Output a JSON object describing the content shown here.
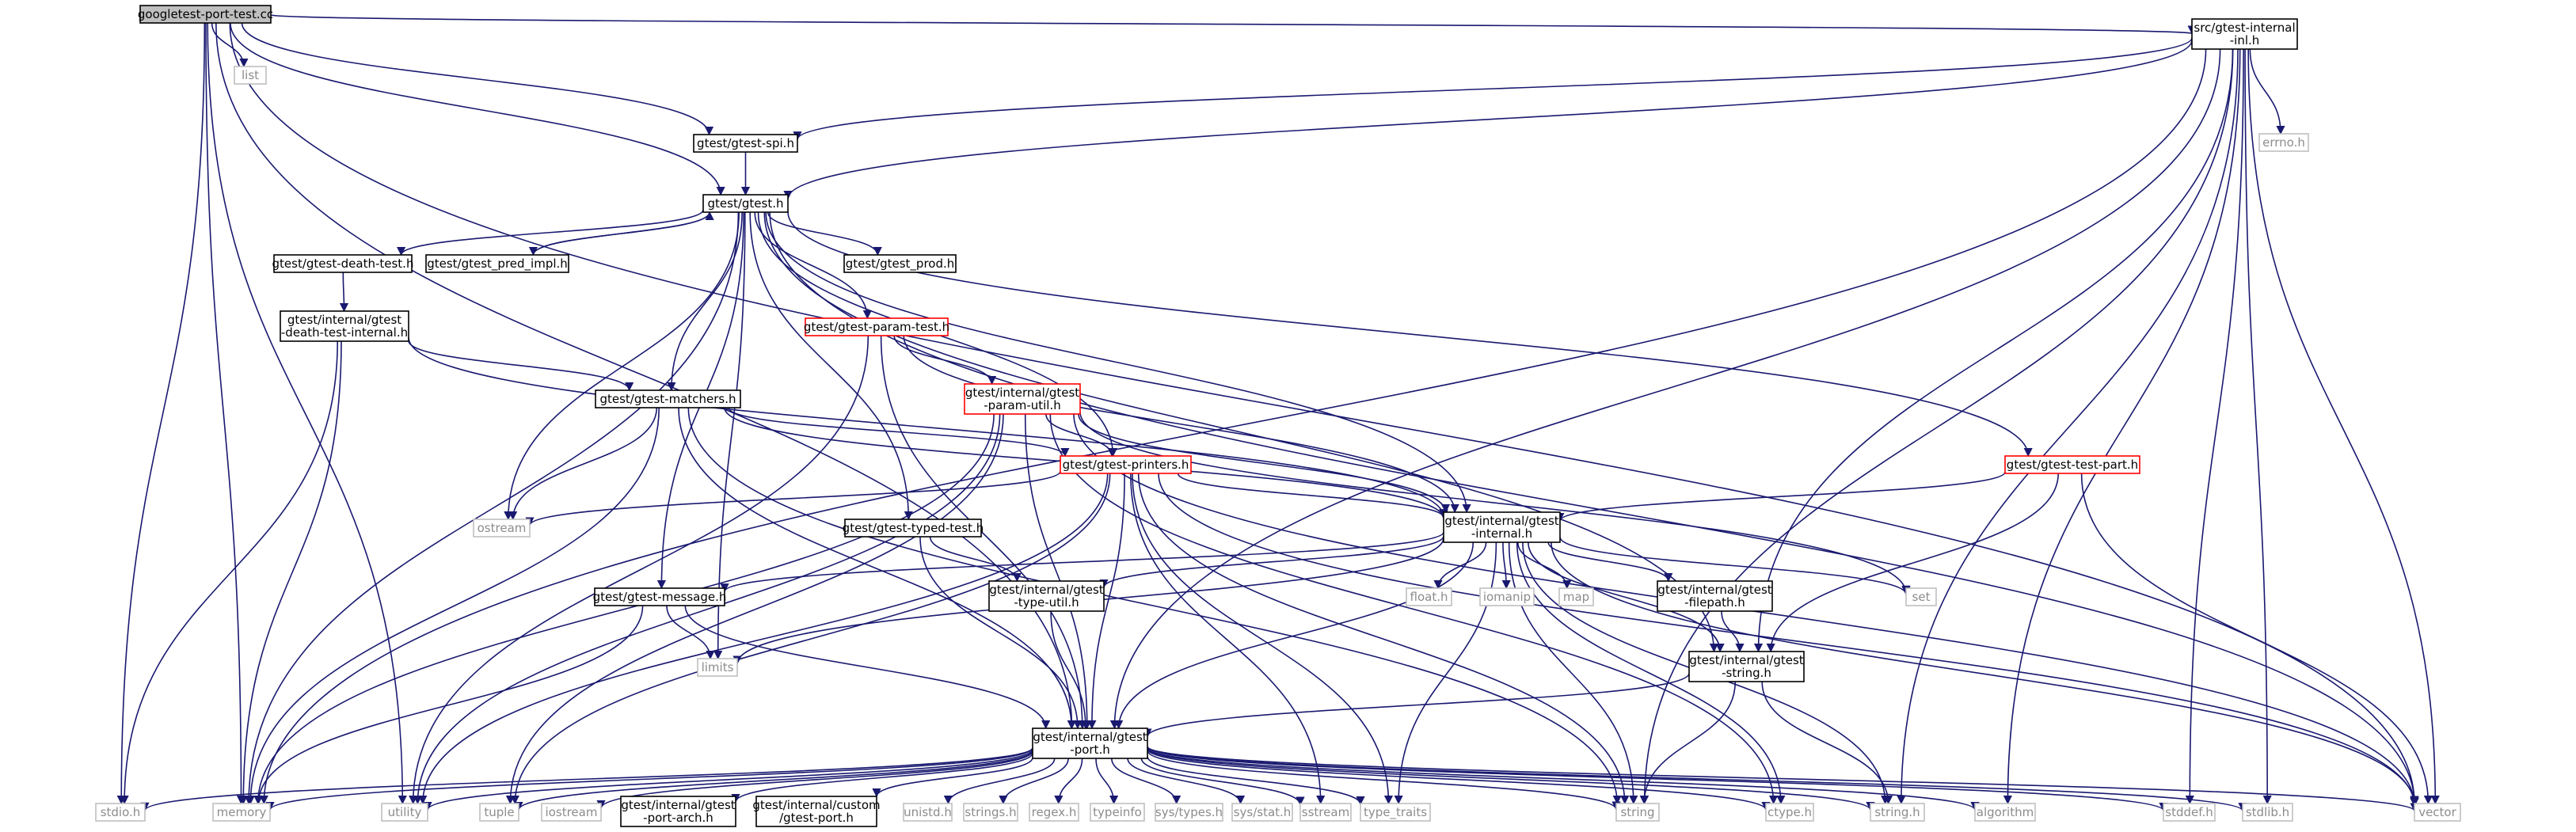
{
  "graph": {
    "nodes": [
      {
        "id": "root",
        "lines": [
          "googletest-port-test.cc"
        ],
        "style": "root"
      },
      {
        "id": "list",
        "lines": [
          "list"
        ],
        "style": "external"
      },
      {
        "id": "inl",
        "lines": [
          "src/gtest-internal",
          "-inl.h"
        ],
        "style": "normal"
      },
      {
        "id": "errno",
        "lines": [
          "errno.h"
        ],
        "style": "external"
      },
      {
        "id": "spi",
        "lines": [
          "gtest/gtest-spi.h"
        ],
        "style": "normal"
      },
      {
        "id": "gtest",
        "lines": [
          "gtest/gtest.h"
        ],
        "style": "normal"
      },
      {
        "id": "death",
        "lines": [
          "gtest/gtest-death-test.h"
        ],
        "style": "normal"
      },
      {
        "id": "pred",
        "lines": [
          "gtest/gtest_pred_impl.h"
        ],
        "style": "normal"
      },
      {
        "id": "prod",
        "lines": [
          "gtest/gtest_prod.h"
        ],
        "style": "normal"
      },
      {
        "id": "dti",
        "lines": [
          "gtest/internal/gtest",
          "-death-test-internal.h"
        ],
        "style": "normal"
      },
      {
        "id": "param",
        "lines": [
          "gtest/gtest-param-test.h"
        ],
        "style": "red"
      },
      {
        "id": "matchers",
        "lines": [
          "gtest/gtest-matchers.h"
        ],
        "style": "normal"
      },
      {
        "id": "pu",
        "lines": [
          "gtest/internal/gtest",
          "-param-util.h"
        ],
        "style": "red"
      },
      {
        "id": "printers",
        "lines": [
          "gtest/gtest-printers.h"
        ],
        "style": "red"
      },
      {
        "id": "testpart",
        "lines": [
          "gtest/gtest-test-part.h"
        ],
        "style": "red"
      },
      {
        "id": "ostream",
        "lines": [
          "ostream"
        ],
        "style": "external"
      },
      {
        "id": "typed",
        "lines": [
          "gtest/gtest-typed-test.h"
        ],
        "style": "normal"
      },
      {
        "id": "internal",
        "lines": [
          "gtest/internal/gtest",
          "-internal.h"
        ],
        "style": "normal"
      },
      {
        "id": "message",
        "lines": [
          "gtest/gtest-message.h"
        ],
        "style": "normal"
      },
      {
        "id": "typeutil",
        "lines": [
          "gtest/internal/gtest",
          "-type-util.h"
        ],
        "style": "normal"
      },
      {
        "id": "float",
        "lines": [
          "float.h"
        ],
        "style": "external"
      },
      {
        "id": "iomanip",
        "lines": [
          "iomanip"
        ],
        "style": "external"
      },
      {
        "id": "map",
        "lines": [
          "map"
        ],
        "style": "external"
      },
      {
        "id": "filepath",
        "lines": [
          "gtest/internal/gtest",
          "-filepath.h"
        ],
        "style": "normal"
      },
      {
        "id": "set",
        "lines": [
          "set"
        ],
        "style": "external"
      },
      {
        "id": "limits",
        "lines": [
          "limits"
        ],
        "style": "external"
      },
      {
        "id": "str",
        "lines": [
          "gtest/internal/gtest",
          "-string.h"
        ],
        "style": "normal"
      },
      {
        "id": "port",
        "lines": [
          "gtest/internal/gtest",
          "-port.h"
        ],
        "style": "normal"
      },
      {
        "id": "stdio",
        "lines": [
          "stdio.h"
        ],
        "style": "external"
      },
      {
        "id": "memory",
        "lines": [
          "memory"
        ],
        "style": "external"
      },
      {
        "id": "utility",
        "lines": [
          "utility"
        ],
        "style": "external"
      },
      {
        "id": "tuple",
        "lines": [
          "tuple"
        ],
        "style": "external"
      },
      {
        "id": "iostream",
        "lines": [
          "iostream"
        ],
        "style": "external"
      },
      {
        "id": "portarch",
        "lines": [
          "gtest/internal/gtest",
          "-port-arch.h"
        ],
        "style": "normal"
      },
      {
        "id": "custom",
        "lines": [
          "gtest/internal/custom",
          "/gtest-port.h"
        ],
        "style": "normal"
      },
      {
        "id": "unistd",
        "lines": [
          "unistd.h"
        ],
        "style": "external"
      },
      {
        "id": "strings",
        "lines": [
          "strings.h"
        ],
        "style": "external"
      },
      {
        "id": "regex",
        "lines": [
          "regex.h"
        ],
        "style": "external"
      },
      {
        "id": "typeinfo",
        "lines": [
          "typeinfo"
        ],
        "style": "external"
      },
      {
        "id": "systypes",
        "lines": [
          "sys/types.h"
        ],
        "style": "external"
      },
      {
        "id": "sysstat",
        "lines": [
          "sys/stat.h"
        ],
        "style": "external"
      },
      {
        "id": "sstream",
        "lines": [
          "sstream"
        ],
        "style": "external"
      },
      {
        "id": "typetraits",
        "lines": [
          "type_traits"
        ],
        "style": "external"
      },
      {
        "id": "string",
        "lines": [
          "string"
        ],
        "style": "external"
      },
      {
        "id": "ctype",
        "lines": [
          "ctype.h"
        ],
        "style": "external"
      },
      {
        "id": "stringh",
        "lines": [
          "string.h"
        ],
        "style": "external"
      },
      {
        "id": "algorithm",
        "lines": [
          "algorithm"
        ],
        "style": "external"
      },
      {
        "id": "stddef",
        "lines": [
          "stddef.h"
        ],
        "style": "external"
      },
      {
        "id": "stdlib",
        "lines": [
          "stdlib.h"
        ],
        "style": "external"
      },
      {
        "id": "vector",
        "lines": [
          "vector"
        ],
        "style": "external"
      }
    ],
    "edges": [
      [
        "root",
        "list"
      ],
      [
        "root",
        "inl"
      ],
      [
        "root",
        "spi"
      ],
      [
        "root",
        "gtest"
      ],
      [
        "root",
        "stdio"
      ],
      [
        "root",
        "memory"
      ],
      [
        "root",
        "utility"
      ],
      [
        "root",
        "port"
      ],
      [
        "root",
        "vector"
      ],
      [
        "inl",
        "errno"
      ],
      [
        "inl",
        "spi"
      ],
      [
        "inl",
        "gtest"
      ],
      [
        "inl",
        "port"
      ],
      [
        "inl",
        "memory"
      ],
      [
        "inl",
        "str"
      ],
      [
        "inl",
        "string"
      ],
      [
        "inl",
        "stringh"
      ],
      [
        "inl",
        "algorithm"
      ],
      [
        "inl",
        "stddef"
      ],
      [
        "inl",
        "stdlib"
      ],
      [
        "inl",
        "vector"
      ],
      [
        "spi",
        "gtest"
      ],
      [
        "gtest",
        "death"
      ],
      [
        "gtest",
        "pred"
      ],
      [
        "gtest",
        "prod"
      ],
      [
        "gtest",
        "param"
      ],
      [
        "gtest",
        "matchers"
      ],
      [
        "gtest",
        "printers"
      ],
      [
        "gtest",
        "testpart"
      ],
      [
        "gtest",
        "typed"
      ],
      [
        "gtest",
        "internal"
      ],
      [
        "gtest",
        "message"
      ],
      [
        "gtest",
        "ostream"
      ],
      [
        "gtest",
        "limits"
      ],
      [
        "gtest",
        "memory"
      ],
      [
        "gtest",
        "vector"
      ],
      [
        "gtest",
        "str"
      ],
      [
        "pred",
        "gtest"
      ],
      [
        "death",
        "dti"
      ],
      [
        "dti",
        "matchers"
      ],
      [
        "dti",
        "internal"
      ],
      [
        "dti",
        "stdio"
      ],
      [
        "dti",
        "memory"
      ],
      [
        "param",
        "pu"
      ],
      [
        "param",
        "internal"
      ],
      [
        "param",
        "port"
      ],
      [
        "param",
        "utility"
      ],
      [
        "matchers",
        "printers"
      ],
      [
        "matchers",
        "internal"
      ],
      [
        "matchers",
        "port"
      ],
      [
        "matchers",
        "memory"
      ],
      [
        "matchers",
        "ostream"
      ],
      [
        "matchers",
        "string"
      ],
      [
        "pu",
        "printers"
      ],
      [
        "pu",
        "internal"
      ],
      [
        "pu",
        "port"
      ],
      [
        "pu",
        "memory"
      ],
      [
        "pu",
        "set"
      ],
      [
        "pu",
        "tuple"
      ],
      [
        "pu",
        "utility"
      ],
      [
        "pu",
        "vector"
      ],
      [
        "pu",
        "ctype"
      ],
      [
        "printers",
        "internal"
      ],
      [
        "printers",
        "port"
      ],
      [
        "printers",
        "ostream"
      ],
      [
        "printers",
        "sstream"
      ],
      [
        "printers",
        "string"
      ],
      [
        "printers",
        "tuple"
      ],
      [
        "printers",
        "typetraits"
      ],
      [
        "printers",
        "utility"
      ],
      [
        "printers",
        "vector"
      ],
      [
        "testpart",
        "internal"
      ],
      [
        "testpart",
        "str"
      ],
      [
        "testpart",
        "vector"
      ],
      [
        "typed",
        "typeutil"
      ],
      [
        "typed",
        "port"
      ],
      [
        "internal",
        "message"
      ],
      [
        "internal",
        "typeutil"
      ],
      [
        "internal",
        "filepath"
      ],
      [
        "internal",
        "str"
      ],
      [
        "internal",
        "port"
      ],
      [
        "internal",
        "float"
      ],
      [
        "internal",
        "iomanip"
      ],
      [
        "internal",
        "map"
      ],
      [
        "internal",
        "set"
      ],
      [
        "internal",
        "limits"
      ],
      [
        "internal",
        "string"
      ],
      [
        "internal",
        "ctype"
      ],
      [
        "internal",
        "stringh"
      ],
      [
        "internal",
        "typetraits"
      ],
      [
        "internal",
        "vector"
      ],
      [
        "message",
        "port"
      ],
      [
        "message",
        "limits"
      ],
      [
        "message",
        "memory"
      ],
      [
        "typeutil",
        "port"
      ],
      [
        "filepath",
        "str"
      ],
      [
        "str",
        "port"
      ],
      [
        "str",
        "string"
      ],
      [
        "str",
        "stringh"
      ],
      [
        "port",
        "stdio"
      ],
      [
        "port",
        "memory"
      ],
      [
        "port",
        "utility"
      ],
      [
        "port",
        "tuple"
      ],
      [
        "port",
        "iostream"
      ],
      [
        "port",
        "portarch"
      ],
      [
        "port",
        "custom"
      ],
      [
        "port",
        "unistd"
      ],
      [
        "port",
        "strings"
      ],
      [
        "port",
        "regex"
      ],
      [
        "port",
        "typeinfo"
      ],
      [
        "port",
        "systypes"
      ],
      [
        "port",
        "sysstat"
      ],
      [
        "port",
        "sstream"
      ],
      [
        "port",
        "typetraits"
      ],
      [
        "port",
        "string"
      ],
      [
        "port",
        "ctype"
      ],
      [
        "port",
        "stringh"
      ],
      [
        "port",
        "algorithm"
      ],
      [
        "port",
        "stddef"
      ],
      [
        "port",
        "stdlib"
      ],
      [
        "port",
        "vector"
      ]
    ]
  }
}
